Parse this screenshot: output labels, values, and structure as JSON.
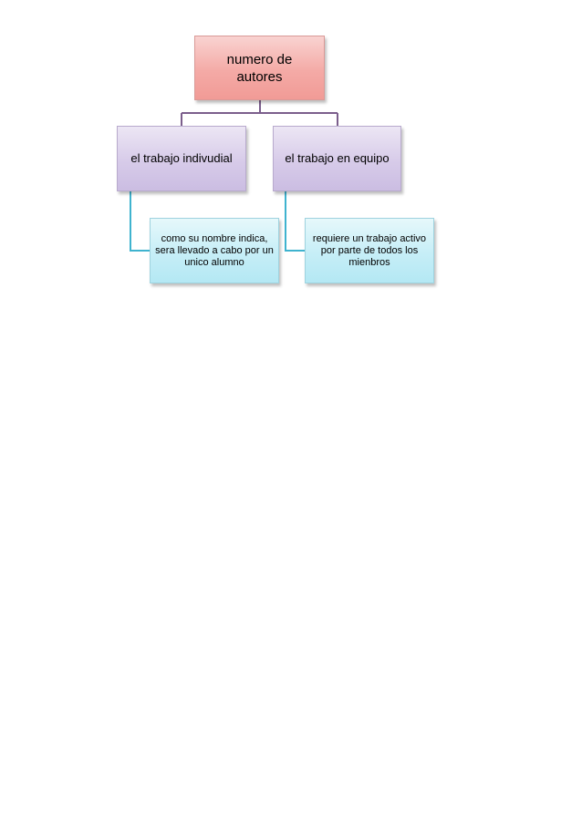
{
  "diagram": {
    "root": {
      "label": "numero de autores"
    },
    "branches": [
      {
        "label": "el trabajo indivudial",
        "child": {
          "label": "como su nombre indica, sera llevado a cabo por un unico alumno"
        }
      },
      {
        "label": "el trabajo en equipo",
        "child": {
          "label": "requiere un trabajo activo por parte de todos los mienbros"
        }
      }
    ]
  },
  "colors": {
    "root_fill": "#f4aaa6",
    "level2_fill": "#d7cbe9",
    "level3_fill": "#c6eef7",
    "connector_level1": "#7b5e8c",
    "connector_level2": "#3fb3cf"
  }
}
